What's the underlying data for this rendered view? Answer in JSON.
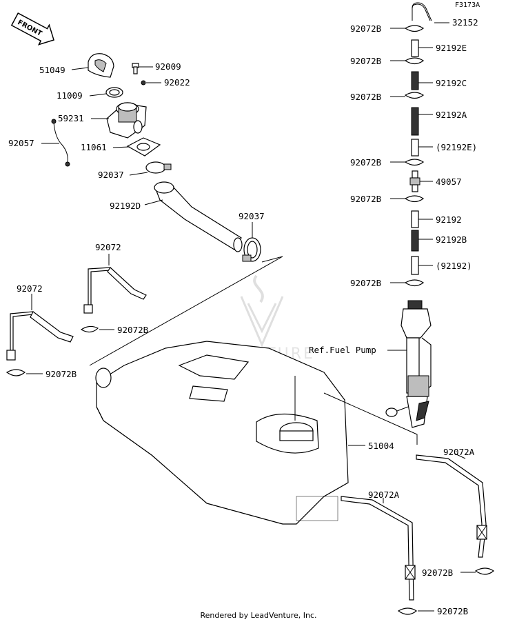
{
  "diagram": {
    "id": "F3173A",
    "front_label": "FRONT",
    "watermark": "LEADVENTURE",
    "footer": "Rendered by LeadVenture, Inc.",
    "labels": {
      "p51049": "51049",
      "p92009": "92009",
      "p11009": "11009",
      "p92022": "92022",
      "p59231": "59231",
      "p92057": "92057",
      "p11061": "11061",
      "p92037a": "92037",
      "p92192D": "92192D",
      "p92037b": "92037",
      "p92072a": "92072",
      "p92072b": "92072",
      "p92072Ba": "92072B",
      "p92072Bb": "92072B",
      "p32152": "32152",
      "p92072Bc": "92072B",
      "p92192E": "92192E",
      "p92072Bd": "92072B",
      "p92192C": "92192C",
      "p92072Be": "92072B",
      "p92192A": "92192A",
      "p92192Ep": "(92192E)",
      "p92072Bf": "92072B",
      "p49057": "49057",
      "p92072Bg": "92072B",
      "p92192": "92192",
      "p92192B": "92192B",
      "p92192p": "(92192)",
      "p92072Bh": "92072B",
      "pRef": "Ref.Fuel Pump",
      "p51004": "51004",
      "p92072Aa": "92072A",
      "p92072Ab": "92072A",
      "p92072Bi": "92072B",
      "p92072Bj": "92072B"
    }
  }
}
